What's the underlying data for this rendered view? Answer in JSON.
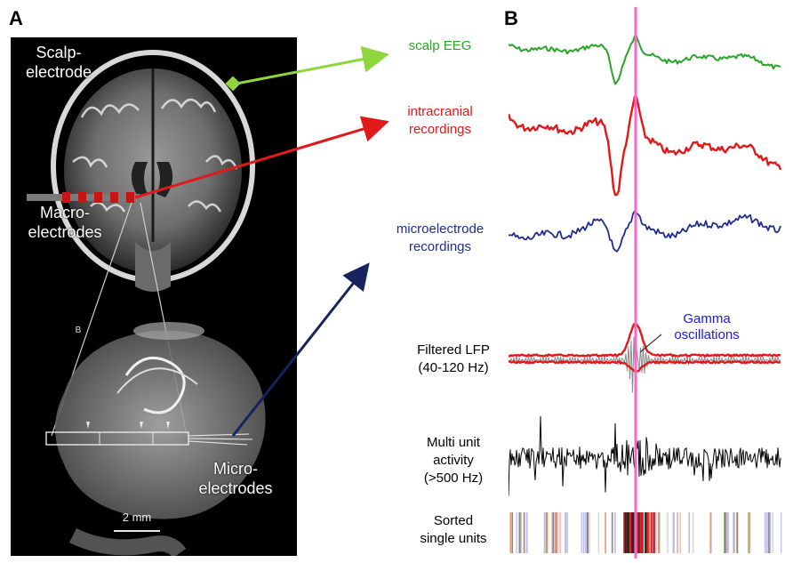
{
  "panels": {
    "a": "A",
    "b": "B"
  },
  "left_labels": {
    "scalp_electrode": [
      "Scalp-",
      "electrode"
    ],
    "macro_electrodes": [
      "Macro-",
      "electrodes"
    ],
    "micro_electrodes": [
      "Micro-",
      "electrodes"
    ],
    "section_marker": "B",
    "scale_bar": "2 mm"
  },
  "traces": [
    {
      "id": "scalp-eeg",
      "label": [
        "scalp EEG"
      ],
      "color": "#2aa52a"
    },
    {
      "id": "intracranial",
      "label": [
        "intracranial",
        "recordings"
      ],
      "color": "#e0191a"
    },
    {
      "id": "microelectrode",
      "label": [
        "microelectrode",
        "recordings"
      ],
      "color": "#1f2d8c"
    }
  ],
  "filtered_lfp": {
    "label": [
      "Filtered LFP",
      "(40-120  Hz)"
    ],
    "annotation": [
      "Gamma",
      "oscillations"
    ],
    "envelope_color": "#e0191a",
    "signal_color": "#8a8a8a"
  },
  "mua": {
    "label": [
      "Multi unit",
      "activity",
      "(>500 Hz)"
    ],
    "color": "#000000"
  },
  "single_units": {
    "label": [
      "Sorted",
      "single units"
    ]
  },
  "colors": {
    "event_line": "#ff66cc",
    "arrow_scalp": "#8ed63c",
    "arrow_intracranial": "#e0191a",
    "arrow_micro": "#16235e"
  }
}
